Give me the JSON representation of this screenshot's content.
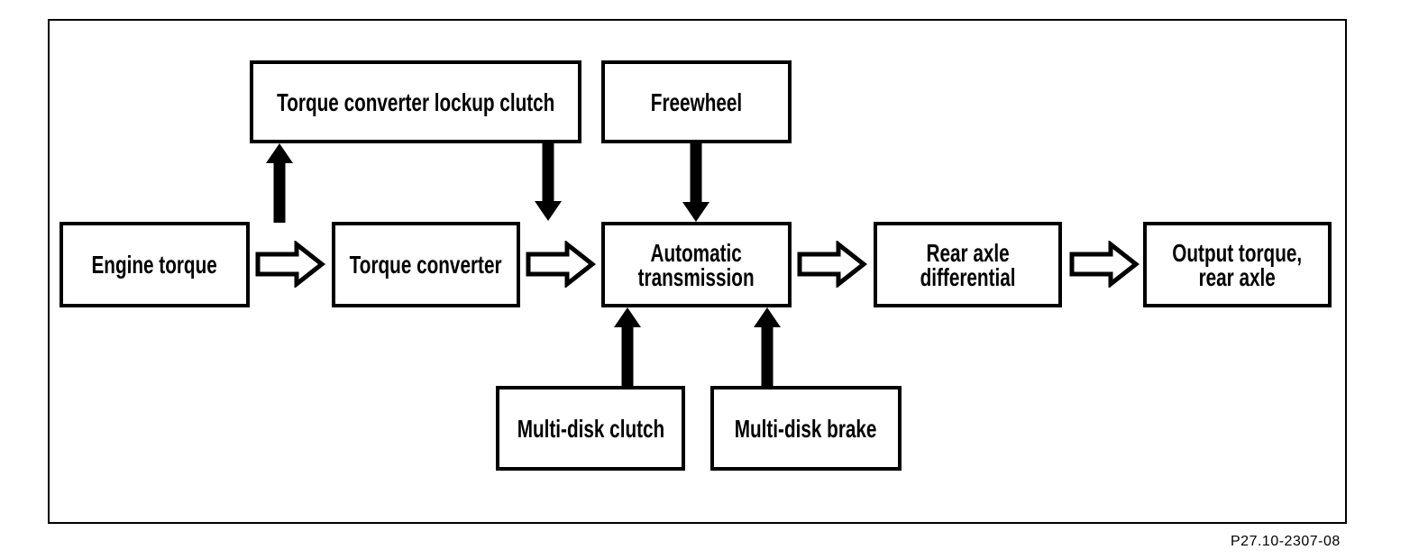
{
  "figure": {
    "caption": "P27.10-2307-08",
    "background_color": "#ffffff",
    "line_color": "#000000"
  },
  "boxes": {
    "engine_torque": {
      "label": "Engine torque"
    },
    "torque_converter": {
      "label": "Torque converter"
    },
    "automatic_transmission": {
      "label": "Automatic\ntransmission"
    },
    "rear_axle_differential": {
      "label": "Rear axle\ndifferential"
    },
    "output_torque_rear_axle": {
      "label": "Output torque,\nrear axle"
    },
    "torque_converter_lockup_clutch": {
      "label": "Torque converter lockup clutch"
    },
    "freewheel": {
      "label": "Freewheel"
    },
    "multi_disk_clutch": {
      "label": "Multi-disk clutch"
    },
    "multi_disk_brake": {
      "label": "Multi-disk brake"
    }
  },
  "connections": [
    {
      "from": "engine_torque",
      "to": "torque_converter",
      "type": "hollow_right_arrow"
    },
    {
      "from": "torque_converter",
      "to": "automatic_transmission",
      "type": "hollow_right_arrow"
    },
    {
      "from": "automatic_transmission",
      "to": "rear_axle_differential",
      "type": "hollow_right_arrow"
    },
    {
      "from": "rear_axle_differential",
      "to": "output_torque_rear_axle",
      "type": "hollow_right_arrow"
    },
    {
      "from": "engine_torque_path",
      "to": "torque_converter_lockup_clutch",
      "type": "solid_up_arrow"
    },
    {
      "from": "torque_converter_lockup_clutch",
      "to": "transmission_input_path",
      "type": "solid_down_arrow"
    },
    {
      "from": "freewheel",
      "to": "automatic_transmission",
      "type": "solid_down_arrow"
    },
    {
      "from": "multi_disk_clutch",
      "to": "automatic_transmission",
      "type": "solid_up_arrow"
    },
    {
      "from": "multi_disk_brake",
      "to": "automatic_transmission",
      "type": "solid_up_arrow"
    }
  ]
}
